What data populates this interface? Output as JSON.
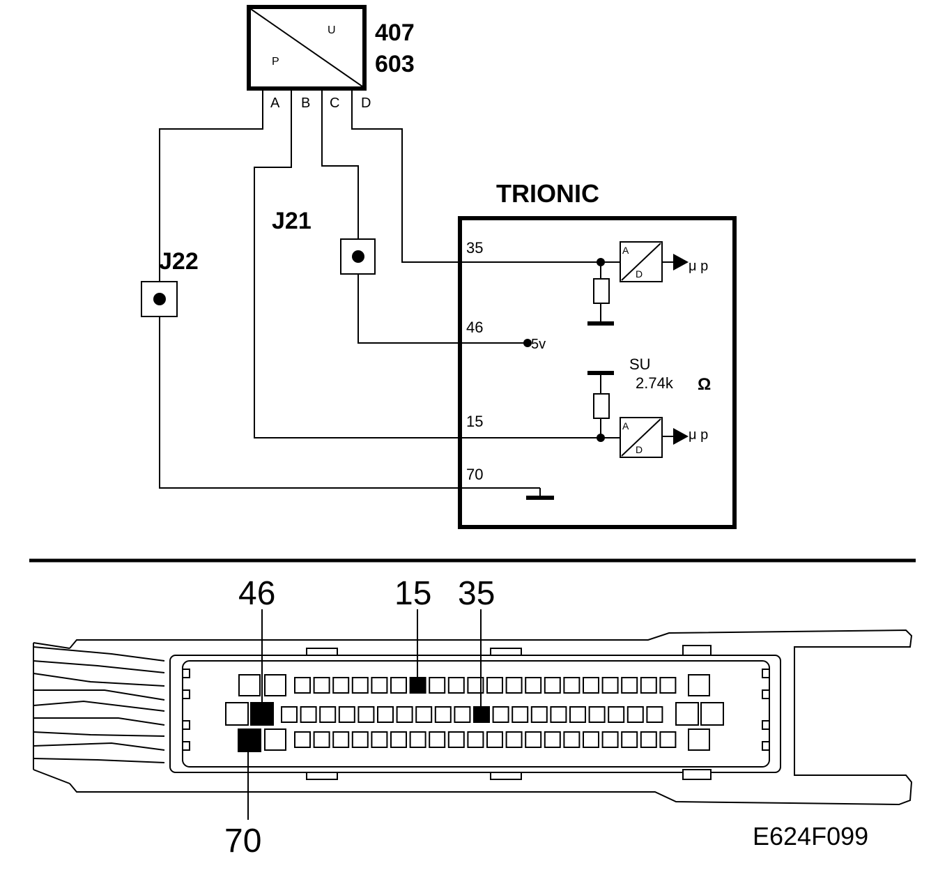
{
  "sensor": {
    "ids": [
      "407",
      "603"
    ],
    "label_u": "U",
    "label_p": "P",
    "pins": [
      "A",
      "B",
      "C",
      "D"
    ]
  },
  "connectors": {
    "j21": "J21",
    "j22": "J22"
  },
  "ecu": {
    "title": "TRIONIC",
    "pins": [
      "35",
      "46",
      "15",
      "70"
    ],
    "supply": "5v",
    "resistor_name": "SU",
    "resistor_value": "2.74k",
    "ohm_symbol": "Ω",
    "converter_a": "A",
    "converter_d": "D",
    "micro": "μ p"
  },
  "plug": {
    "labels_top": [
      "46",
      "15",
      "35"
    ],
    "label_bottom": "70"
  },
  "figure_code": "E624F099",
  "colors": {
    "ink": "#000000",
    "paper": "#ffffff"
  }
}
